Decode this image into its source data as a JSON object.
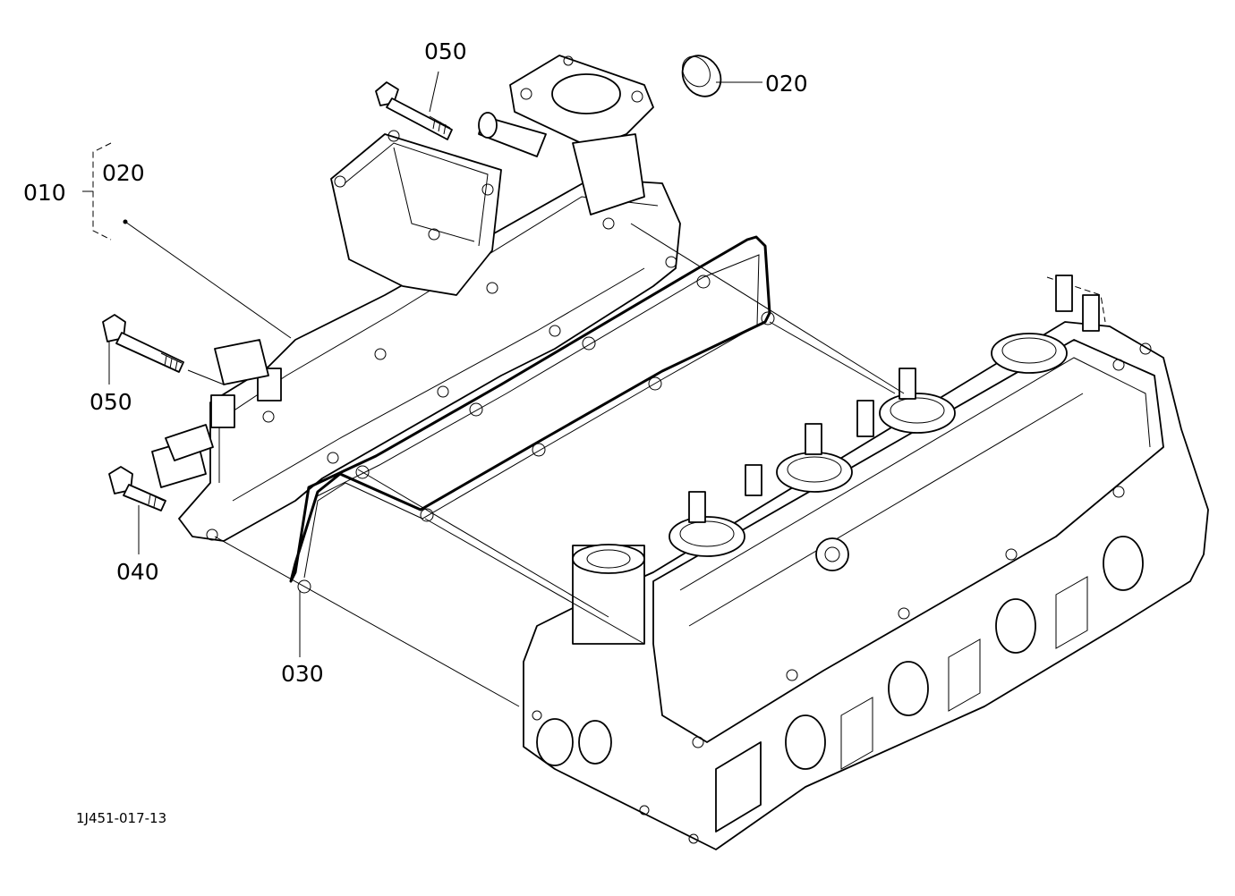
{
  "drawing": {
    "diagram_id": "1J451-017-13",
    "callouts": {
      "assembly": "010",
      "assembly_item": "020",
      "plug": "020",
      "bolt_top": "050",
      "bolt_left": "050",
      "bolt_lower": "040",
      "gasket": "030"
    }
  }
}
